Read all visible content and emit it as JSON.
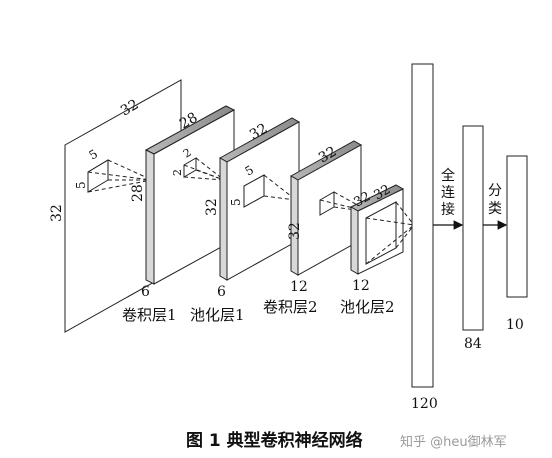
{
  "diagram": {
    "input": {
      "side": "32",
      "kernel": "5",
      "kernel2": "5"
    },
    "conv1": {
      "top": "28",
      "side": "28",
      "depth": "6",
      "kernel": "2",
      "kernel2": "2",
      "label": "卷积层1"
    },
    "pool1": {
      "top": "32",
      "side": "32",
      "depth": "6",
      "kernel": "5",
      "kernel2": "5",
      "label": "池化层1"
    },
    "conv2": {
      "top": "32",
      "side": "32",
      "depth": "12",
      "label": "卷积层2"
    },
    "pool2": {
      "top": "32",
      "kernel": "32",
      "depth": "12",
      "label": "池化层2"
    },
    "fc": {
      "label1_chars": [
        "全",
        "连",
        "接"
      ],
      "label2_chars": [
        "分",
        "类"
      ],
      "size120": "120",
      "size84": "84",
      "size10": "10"
    }
  },
  "caption": "图 1 典型卷积神经网络",
  "watermark": "知乎 @heu御林军"
}
